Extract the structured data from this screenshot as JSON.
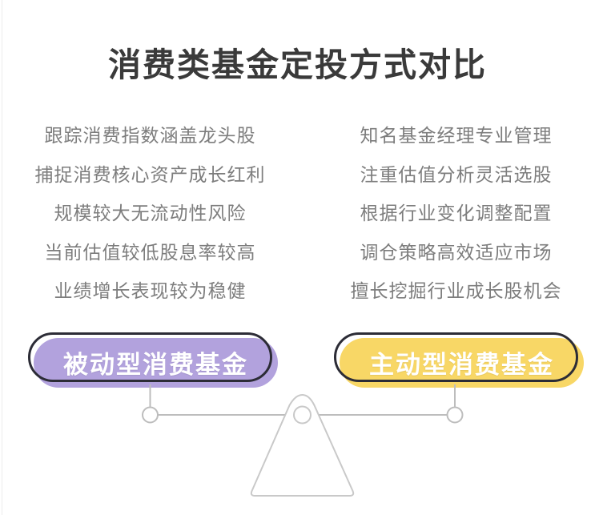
{
  "title": "消费类基金定投方式对比",
  "comparison": {
    "left": {
      "items": [
        "跟踪消费指数涵盖龙头股",
        "捕捉消费核心资产成长红利",
        "规模较大无流动性风险",
        "当前估值较低股息率较高",
        "业绩增长表现较为稳健"
      ],
      "label": "被动型消费基金",
      "pill_color": "#b2a2dd"
    },
    "right": {
      "items": [
        "知名基金经理专业管理",
        "注重估值分析灵活选股",
        "根据行业变化调整配置",
        "调仓策略高效适应市场",
        "擅长挖掘行业成长股机会"
      ],
      "label": "主动型消费基金",
      "pill_color": "#f8d766"
    }
  },
  "colors": {
    "title_text": "#3a3a3a",
    "list_text": "#7d7d7d",
    "pill_text": "#ffffff",
    "pill_outline": "#2c2c36",
    "scale_line": "#bdbdbd",
    "scale_fulcrum": "#c9c9c9"
  },
  "icons": {
    "scale": "balance-scale-icon"
  }
}
